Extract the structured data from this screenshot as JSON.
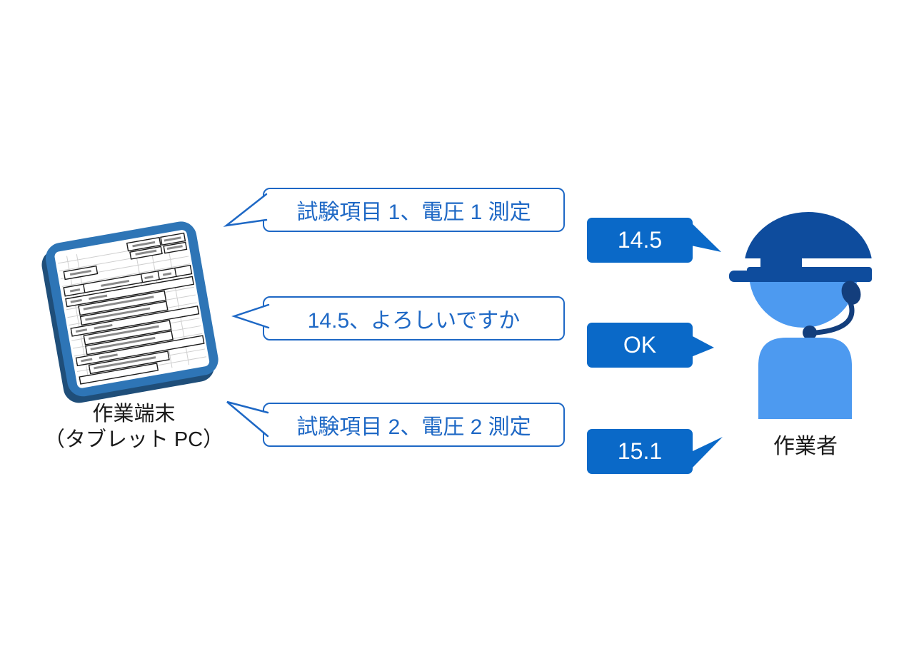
{
  "diagram": {
    "tablet": {
      "label_line1": "作業端末",
      "label_line2": "（タブレット PC）"
    },
    "worker": {
      "label": "作業者"
    },
    "tablet_bubbles": [
      {
        "text": "試験項目 1、電圧 1 測定"
      },
      {
        "text": "14.5、よろしいですか"
      },
      {
        "text": "試験項目 2、電圧 2 測定"
      }
    ],
    "worker_bubbles": [
      {
        "text": "14.5"
      },
      {
        "text": "OK"
      },
      {
        "text": "15.1"
      }
    ],
    "colors": {
      "outline_bubble_blue": "#1E68C5",
      "filled_bubble_blue": "#0A69C8",
      "helmet_blue": "#0E4C9D",
      "skin_body_blue": "#4D9AF0",
      "headset_navy": "#133E7C",
      "tablet_frame_blue": "#2E75B6",
      "tablet_frame_dark": "#1F4E79",
      "label_text": "#1a1a1a"
    }
  }
}
